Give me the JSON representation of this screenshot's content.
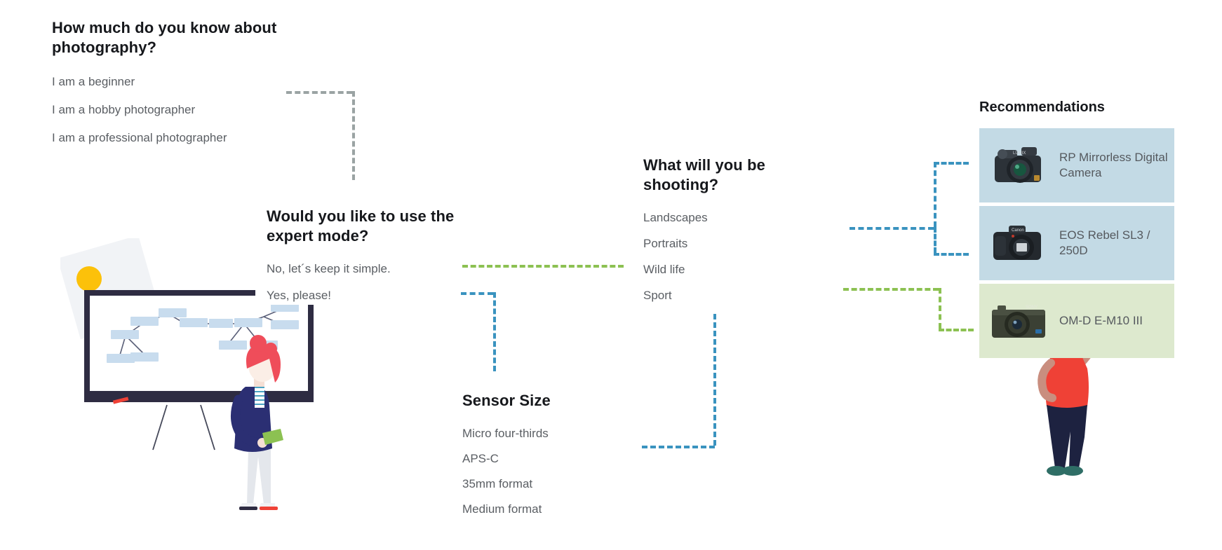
{
  "questions": [
    {
      "id": "photography-knowledge",
      "title": "How much do you know about photography?",
      "options": [
        "I am a beginner",
        "I am a hobby photographer",
        "I am a professional photographer"
      ]
    },
    {
      "id": "expert-mode",
      "title": "Would you like to use the expert mode?",
      "options": [
        "No, let´s keep it simple.",
        "Yes, please!"
      ]
    },
    {
      "id": "shooting-subject",
      "title": "What will you be shooting?",
      "options": [
        "Landscapes",
        "Portraits",
        "Wild life",
        "Sport"
      ]
    },
    {
      "id": "sensor-size",
      "title": "Sensor Size",
      "options": [
        "Micro four-thirds",
        "APS-C",
        "35mm format",
        "Medium format"
      ]
    }
  ],
  "recommendations": {
    "heading": "Recommendations",
    "cards": [
      {
        "label": "RP Mirrorless Digital Camera",
        "theme": "blue",
        "icon": "camera-bridge-icon"
      },
      {
        "label": "EOS Rebel SL3 / 250D",
        "theme": "blue",
        "icon": "camera-dslr-icon"
      },
      {
        "label": "OM-D E-M10 III",
        "theme": "green",
        "icon": "camera-compact-icon"
      }
    ]
  },
  "colors": {
    "connector_grey": "#9aa3a3",
    "connector_blue": "#3a93bf",
    "connector_green": "#8cc152",
    "card_blue": "#c3dae5",
    "card_green": "#dde9ce",
    "accent_yellow": "#fcc10a",
    "accent_red": "#ef4136",
    "navy": "#2b2d42"
  },
  "illustrations": {
    "left": "woman-presenting-at-whiteboard",
    "right": "man-pointing-at-recommendations"
  }
}
